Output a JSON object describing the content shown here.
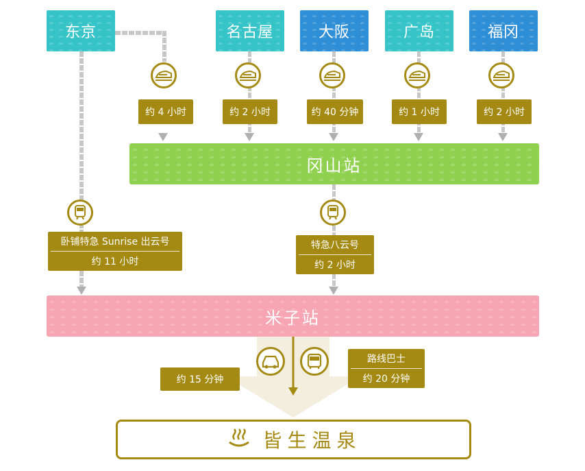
{
  "cities": {
    "tokyo": "东京",
    "nagoya": "名古屋",
    "osaka": "大阪",
    "hiroshima": "广岛",
    "fukuoka": "福冈"
  },
  "stations": {
    "okayama": "冈山站",
    "yonago": "米子站"
  },
  "durations": {
    "nagoya_okayama": "约 4 小时",
    "osaka_okayama_a": "约 2 小时",
    "osaka_okayama_b": "约 40 分钟",
    "hiroshima_okayama": "约 1 小时",
    "fukuoka_okayama": "约 2 小时"
  },
  "sleeper": {
    "name": "卧铺特急 Sunrise 出云号",
    "time": "约 11 小时"
  },
  "express": {
    "name": "特急八云号",
    "time": "约 2 小时"
  },
  "car": {
    "time": "约 15 分钟"
  },
  "bus": {
    "name": "路线巴士",
    "time": "约 20 分钟"
  },
  "destination": "皆生温泉",
  "colors": {
    "teal": "#36c4c8",
    "blue": "#2f8fd6",
    "green": "#8fd14f",
    "pink": "#f7a4b3",
    "gold": "#a48a12"
  }
}
